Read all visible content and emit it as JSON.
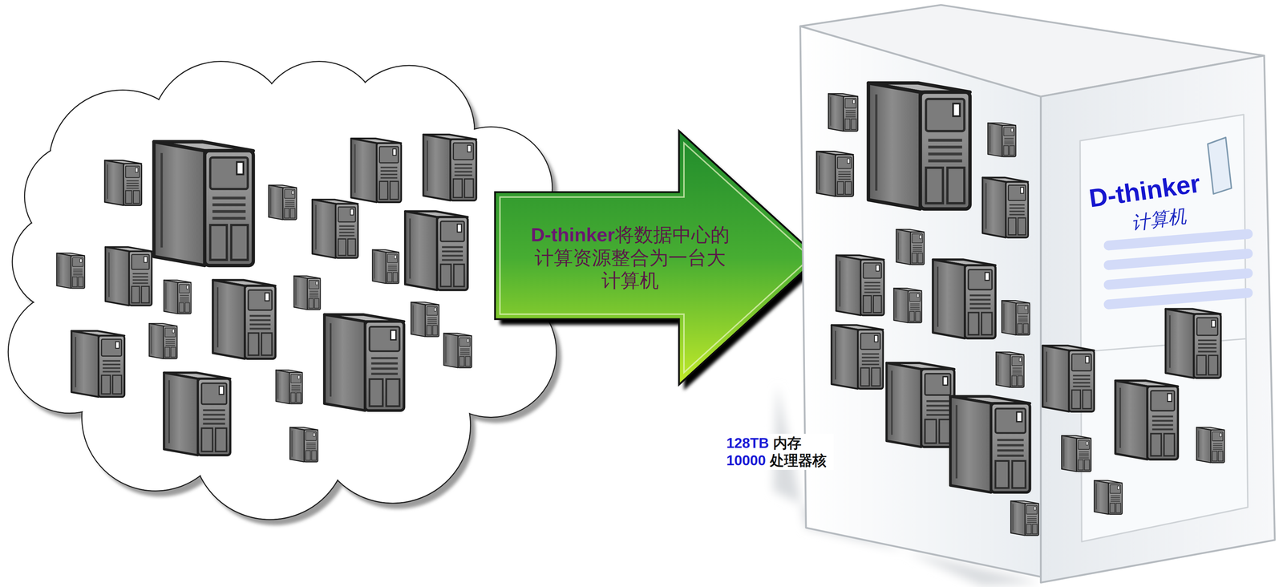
{
  "diagram": {
    "nodes": [
      {
        "text": [
          "D-thinker",
          "将数据中心的计算资源整合为一台大计算机"
        ]
      },
      {
        "text": [
          "D-thinker",
          "计算机"
        ]
      }
    ],
    "labels": [
      "128TB",
      "内存",
      "10000",
      "处理器核"
    ]
  }
}
